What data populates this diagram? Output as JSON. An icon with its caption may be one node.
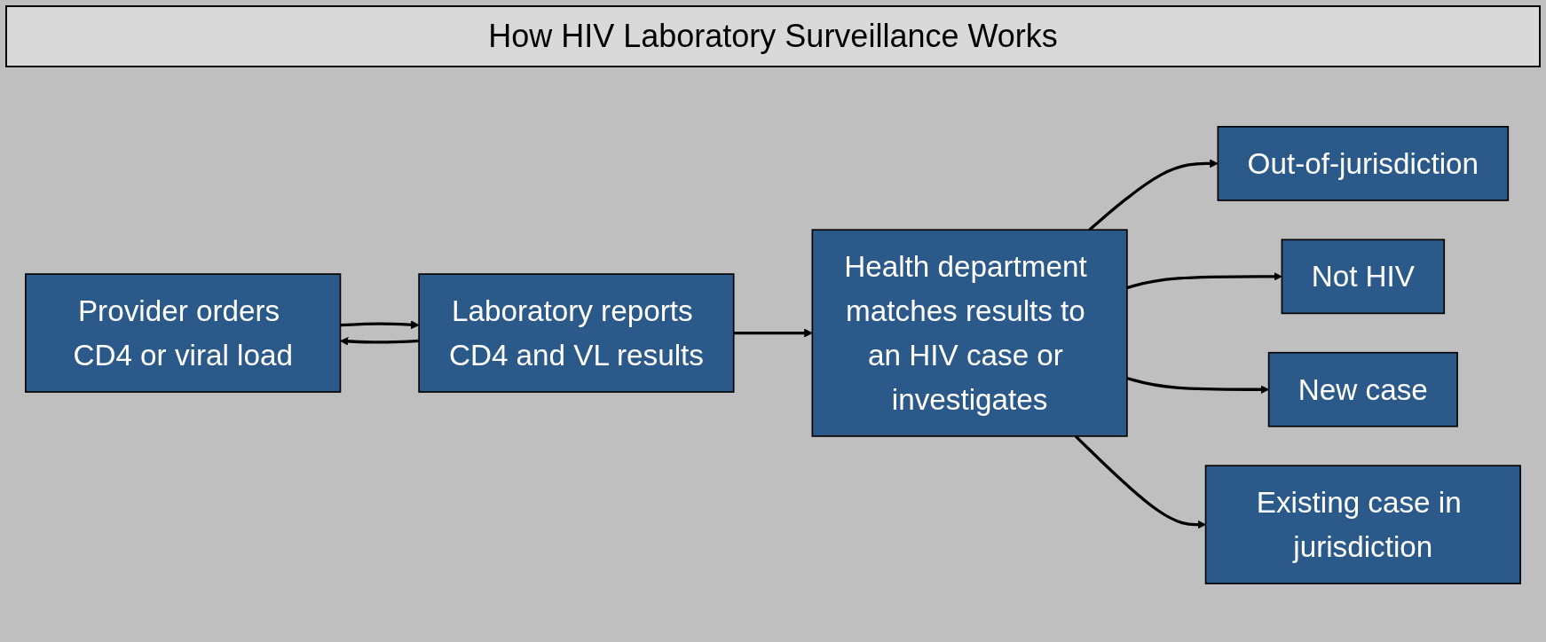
{
  "diagram": {
    "title": "How HIV Laboratory Surveillance Works",
    "nodes": [
      {
        "text": [
          "Provider orders CD4 or viral load"
        ]
      },
      {
        "text": [
          "Laboratory reports CD4 and VL results"
        ]
      },
      {
        "text": [
          "Health department matches results to an HIV case or investigates"
        ]
      },
      {
        "text": [
          "Out-of-jurisdiction"
        ]
      },
      {
        "text": [
          "Not HIV"
        ]
      },
      {
        "text": [
          "New case"
        ]
      },
      {
        "text": [
          "Existing case in jurisdiction"
        ]
      }
    ],
    "edges": [
      {
        "from": 0,
        "to": 1,
        "arrow": "to"
      },
      {
        "from": 1,
        "to": 0,
        "arrow": "to"
      },
      {
        "from": 1,
        "to": 2,
        "arrow": "to"
      },
      {
        "from": 2,
        "to": 3,
        "arrow": "to"
      },
      {
        "from": 2,
        "to": 4,
        "arrow": "to"
      },
      {
        "from": 2,
        "to": 5,
        "arrow": "to"
      },
      {
        "from": 2,
        "to": 6,
        "arrow": "to"
      }
    ]
  }
}
